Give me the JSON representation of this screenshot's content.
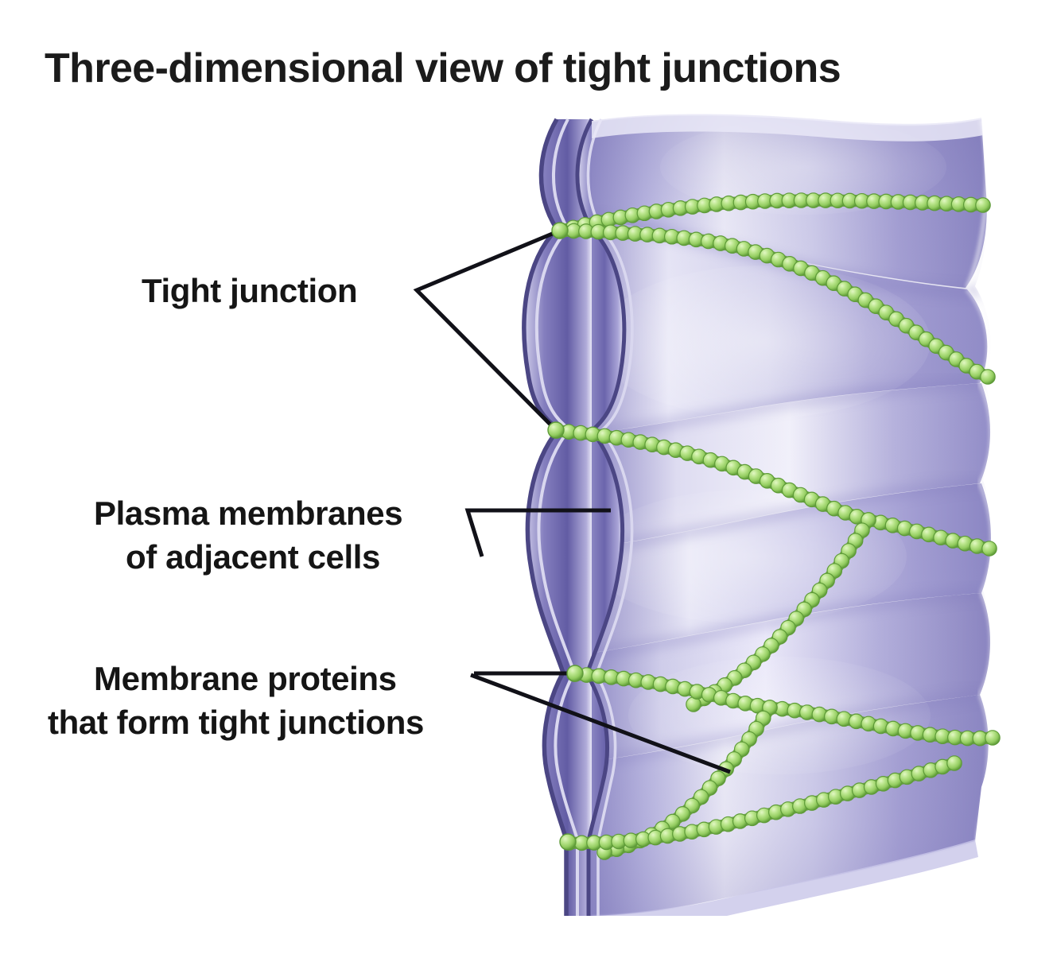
{
  "figure": {
    "title": "Three-dimensional view of tight junctions",
    "background_color": "#ffffff",
    "title_color": "#1b1b1b"
  },
  "callouts": [
    {
      "id": "tight-junction",
      "label": "Tight junction",
      "lines": [
        "Tight junction"
      ],
      "points_to": "tight junction pinch points on the left membrane edge"
    },
    {
      "id": "plasma-membranes",
      "label": "Plasma membranes of adjacent cells",
      "lines": [
        "Plasma membranes",
        "of adjacent cells"
      ],
      "points_to": "the two apposed lavender membrane sheets"
    },
    {
      "id": "membrane-proteins",
      "label": "Membrane proteins that form tight junctions",
      "lines": [
        "Membrane proteins",
        "that form tight junctions"
      ],
      "points_to": "the green beaded protein strands"
    }
  ],
  "colors": {
    "membrane_light": "#e4e3f3",
    "membrane_mid": "#b3b1dc",
    "membrane_dark": "#7a74b4",
    "membrane_deep": "#5f59a0",
    "membrane_outline": "#4a4582",
    "membrane_rim": "#c9c6e6",
    "protein_bead": "#a9d97a",
    "protein_bead_light": "#cdeda4",
    "protein_bead_dark": "#5b9a34",
    "leader_line": "#111118"
  },
  "structure": {
    "membrane_sheets": 2,
    "tight_junction_points": 4,
    "protein_strands": 9,
    "description": "Two adjacent plasma membranes seen in three-dimensional cut-away; rows of beaded transmembrane proteins form an anastomosing network of tight-junction strands that fuse the two membranes at pinch points."
  }
}
